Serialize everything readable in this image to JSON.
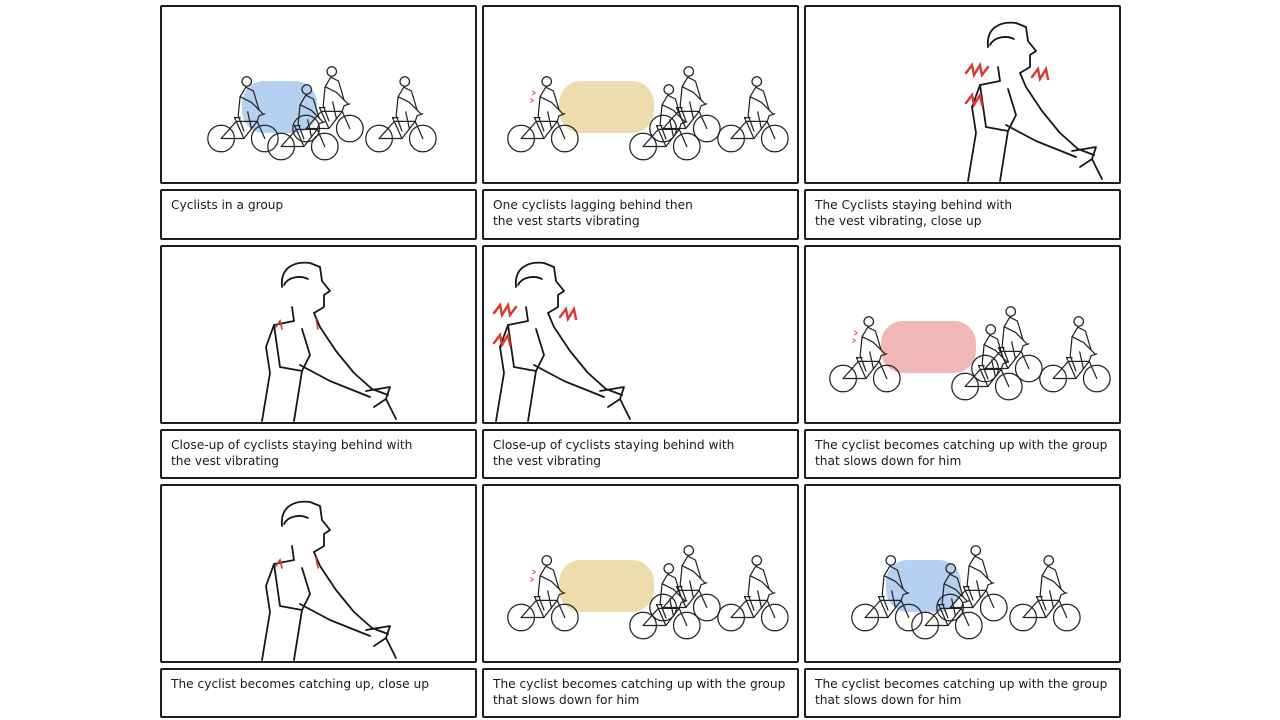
{
  "storyboard": {
    "frames": [
      {
        "caption": "Cyclists in a group",
        "scene": "group",
        "highlight": "#a9c8ee"
      },
      {
        "caption": "One cyclists lagging behind then\nthe vest starts vibrating",
        "scene": "group-lag",
        "highlight": "#ead7a0"
      },
      {
        "caption": "The Cyclists staying behind with\nthe vest vibrating, close up",
        "scene": "closeup-vibrate-strong"
      },
      {
        "caption": "Close-up of cyclists staying behind with\nthe vest vibrating",
        "scene": "closeup-vest"
      },
      {
        "caption": "Close-up of cyclists staying behind with\nthe vest vibrating",
        "scene": "closeup-vibrate-strong"
      },
      {
        "caption": "The cyclist becomes catching up with the group\nthat slows down for him",
        "scene": "group-lag",
        "highlight": "#eeaaa8"
      },
      {
        "caption": "The cyclist becomes catching up, close up",
        "scene": "closeup-vest"
      },
      {
        "caption": "The cyclist becomes catching up with the group\nthat slows down for him",
        "scene": "group-lag",
        "highlight": "#ead7a0"
      },
      {
        "caption": "The cyclist becomes catching up with the group\nthat slows down for him",
        "scene": "group",
        "highlight": "#a9c8ee"
      }
    ]
  }
}
